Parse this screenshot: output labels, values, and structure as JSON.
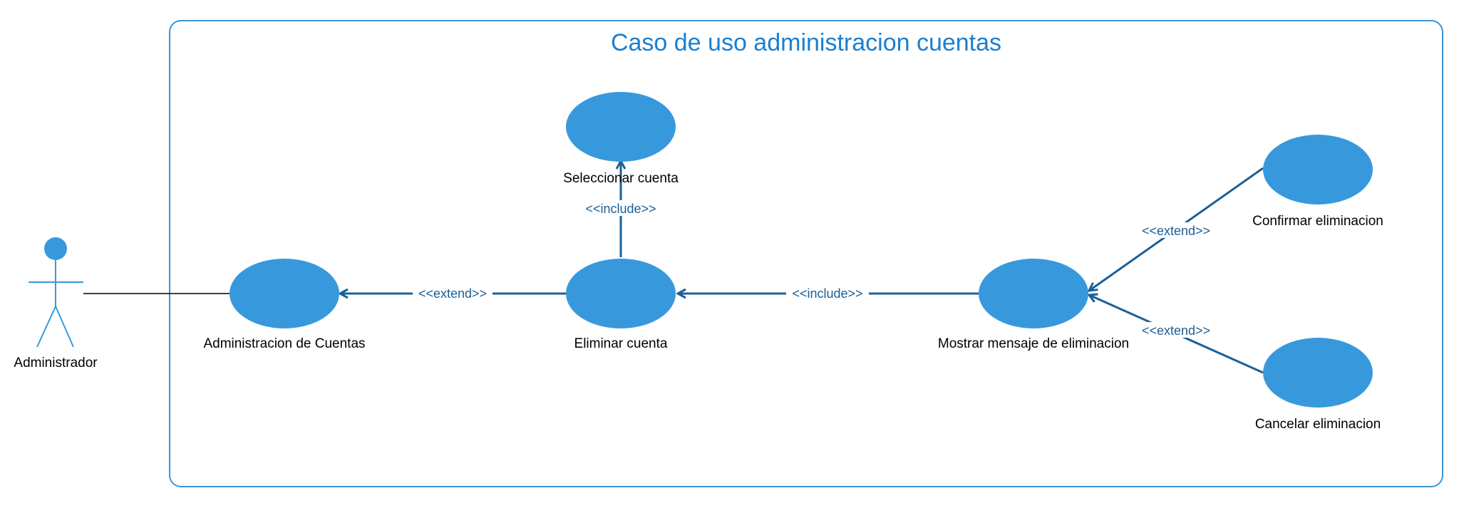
{
  "diagram": {
    "title": "Caso de uso administracion cuentas",
    "actor": {
      "label": "Administrador"
    },
    "use_cases": {
      "administracion": "Administracion de Cuentas",
      "eliminar": "Eliminar cuenta",
      "seleccionar": "Seleccionar cuenta",
      "mostrar": "Mostrar mensaje de eliminacion",
      "confirmar": "Confirmar eliminacion",
      "cancelar": "Cancelar eliminacion"
    },
    "relations": {
      "eliminar_to_administracion": "<<extend>>",
      "eliminar_to_seleccionar": "<<include>>",
      "mostrar_to_eliminar": "<<include>>",
      "confirmar_to_mostrar": "<<extend>>",
      "cancelar_to_mostrar": "<<extend>>"
    },
    "colors": {
      "use_case_fill": "#3799dc",
      "connector": "#1c5f96",
      "boundary": "#3a95d9",
      "title": "#1a7fd1",
      "actor": "#3799dc"
    }
  }
}
